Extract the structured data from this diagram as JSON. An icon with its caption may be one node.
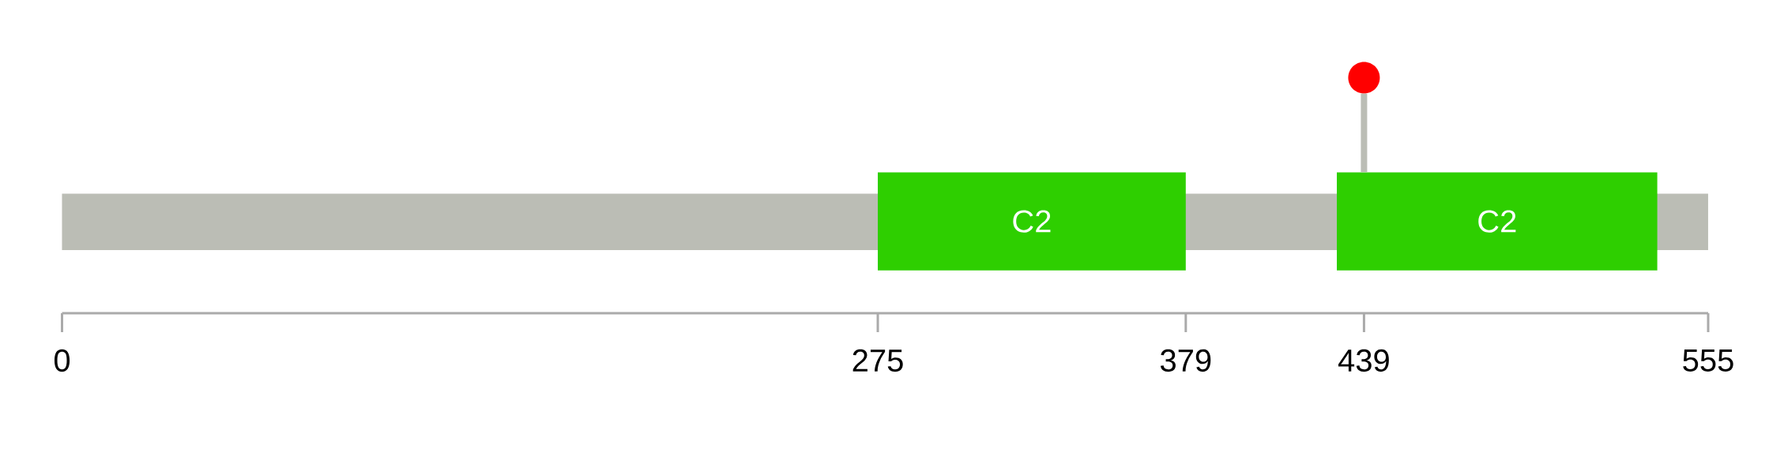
{
  "diagram": {
    "nodes": [
      {
        "text": [],
        "shape": "bar"
      },
      {
        "text": [
          "C2"
        ]
      },
      {
        "text": [
          "C2"
        ]
      },
      {
        "text": [],
        "shape": "circle"
      }
    ],
    "edges": [
      {
        "from": 3,
        "to": 2,
        "arrow": "none"
      }
    ],
    "labels": [
      "0",
      "275",
      "379",
      "439",
      "555"
    ]
  }
}
